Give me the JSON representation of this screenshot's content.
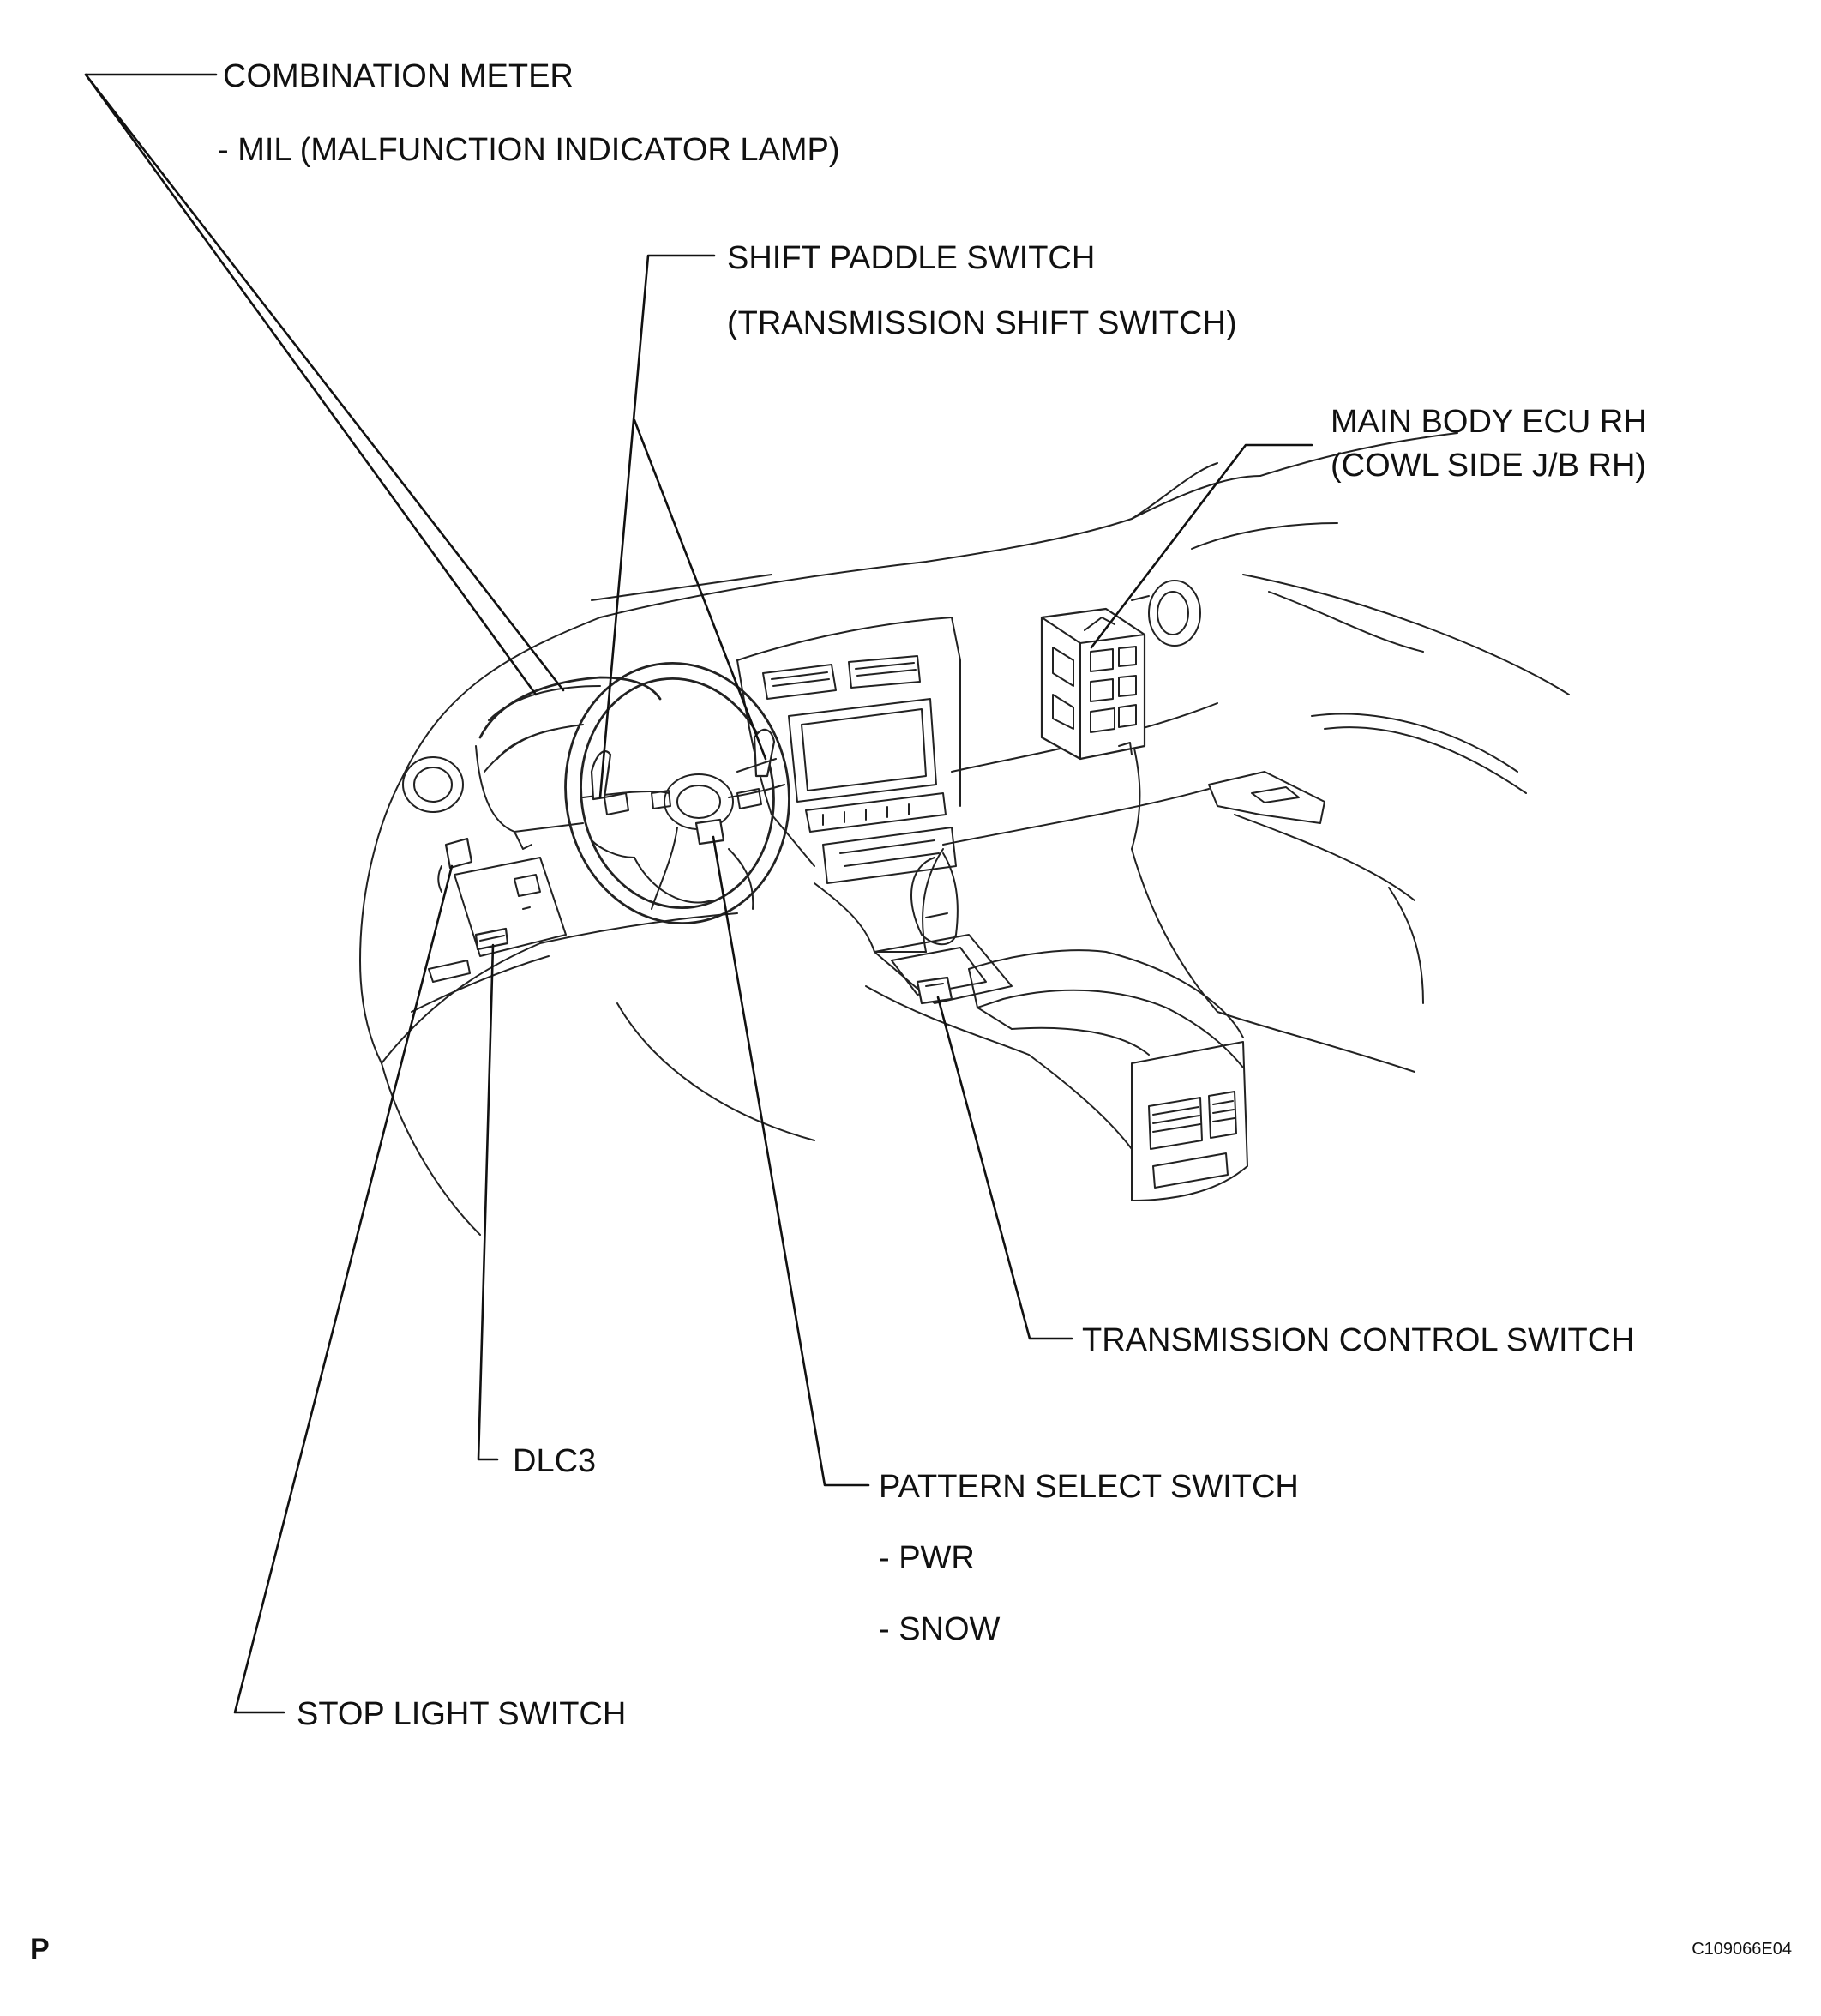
{
  "labels": {
    "combination_meter": "COMBINATION METER",
    "mil": "- MIL (MALFUNCTION INDICATOR LAMP)",
    "shift_paddle_switch": "SHIFT PADDLE SWITCH",
    "transmission_shift_switch": "(TRANSMISSION SHIFT SWITCH)",
    "main_body_ecu": "MAIN BODY ECU RH",
    "cowl_side_jb": "(COWL SIDE J/B RH)",
    "transmission_control_switch": "TRANSMISSION CONTROL SWITCH",
    "dlc3": "DLC3",
    "pattern_select_switch": "PATTERN SELECT SWITCH",
    "pwr": "- PWR",
    "snow": "- SNOW",
    "stop_light_switch": "STOP LIGHT SWITCH"
  },
  "footer": {
    "page_letter": "P",
    "figure_code": "C109066E04"
  }
}
